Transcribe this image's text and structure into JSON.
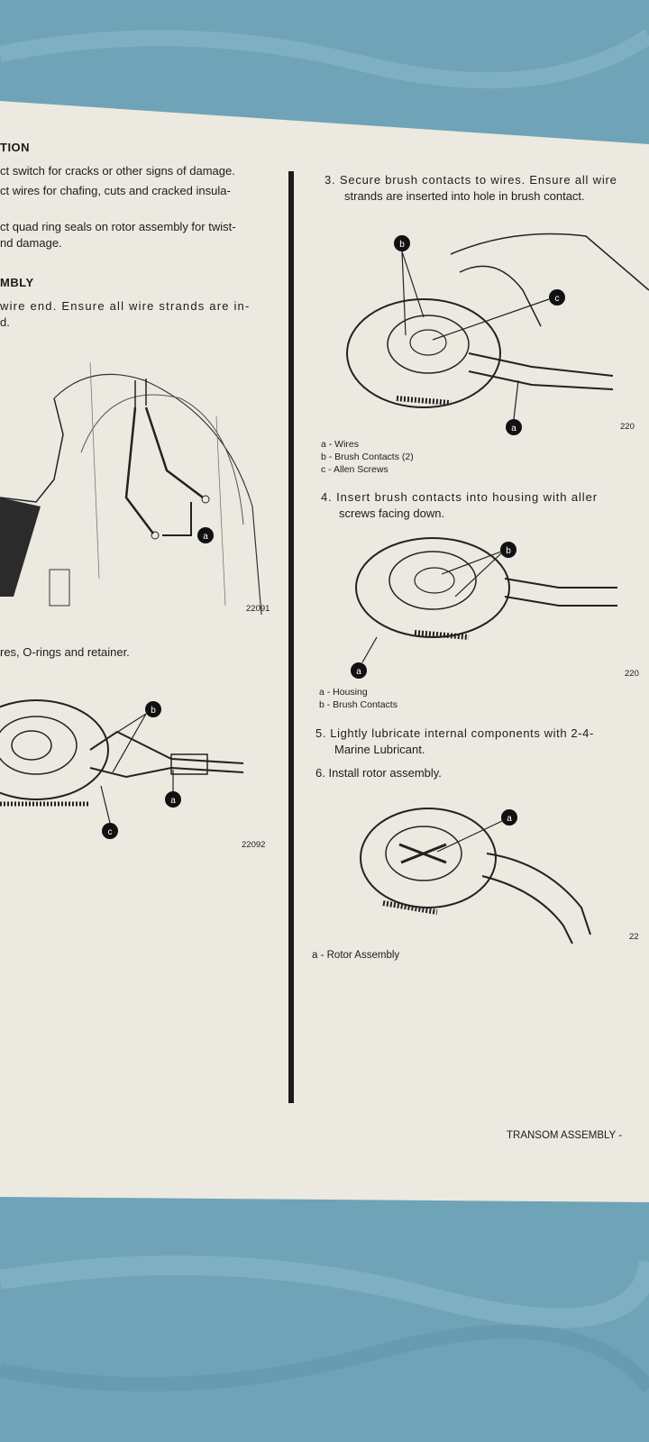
{
  "left_column": {
    "section_heading_1": "TION",
    "para_1": "ct switch for cracks or other signs of damage.",
    "para_2_line1": "ct wires for chafing, cuts and cracked insula-",
    "para_3_line1": "ct quad ring seals on rotor assembly for twist-",
    "para_3_line2": "nd damage.",
    "section_heading_2": "MBLY",
    "step_line1": "wire end. Ensure all wire strands are in-",
    "step_line2": "d.",
    "fig1_number": "22091",
    "step_2_text": "res, O-rings and retainer.",
    "fig2_number": "22092",
    "fig1_callout": "a",
    "fig2_callouts": [
      "a",
      "b",
      "c"
    ]
  },
  "right_column": {
    "step3_line1": "3. Secure brush contacts to wires. Ensure all wire",
    "step3_line2": "strands are inserted into hole in brush contact.",
    "fig3_legend": [
      "a - Wires",
      "b - Brush Contacts (2)",
      "c - Allen Screws"
    ],
    "fig3_number": "220",
    "fig3_callouts": [
      "a",
      "b",
      "c"
    ],
    "step4_line1": "4. Insert brush contacts into housing with aller",
    "step4_line2": "screws facing down.",
    "fig4_legend": [
      "a - Housing",
      "b - Brush Contacts"
    ],
    "fig4_number": "220",
    "fig4_callouts": [
      "a",
      "b"
    ],
    "step5_line1": "5. Lightly lubricate internal components with 2-4-",
    "step5_line2": "Marine Lubricant.",
    "step6_text": "6. Install rotor assembly.",
    "fig5_legend": "a - Rotor Assembly",
    "fig5_number": "22",
    "fig5_callout": "a"
  },
  "footer": "TRANSOM ASSEMBLY -",
  "colors": {
    "background": "#6fa3b8",
    "paper": "#ece9e0",
    "ink": "#1c1c1c"
  }
}
